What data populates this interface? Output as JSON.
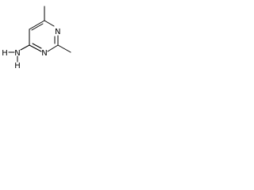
{
  "molecule": {
    "atoms": {
      "amine_n": "N",
      "amine_h1": "H",
      "amine_h2": "H",
      "ring_n_top": "N",
      "ring_n_bottom": "N"
    },
    "colors": {
      "bond": "#000000",
      "label": "#000000",
      "background": "#ffffff"
    }
  }
}
